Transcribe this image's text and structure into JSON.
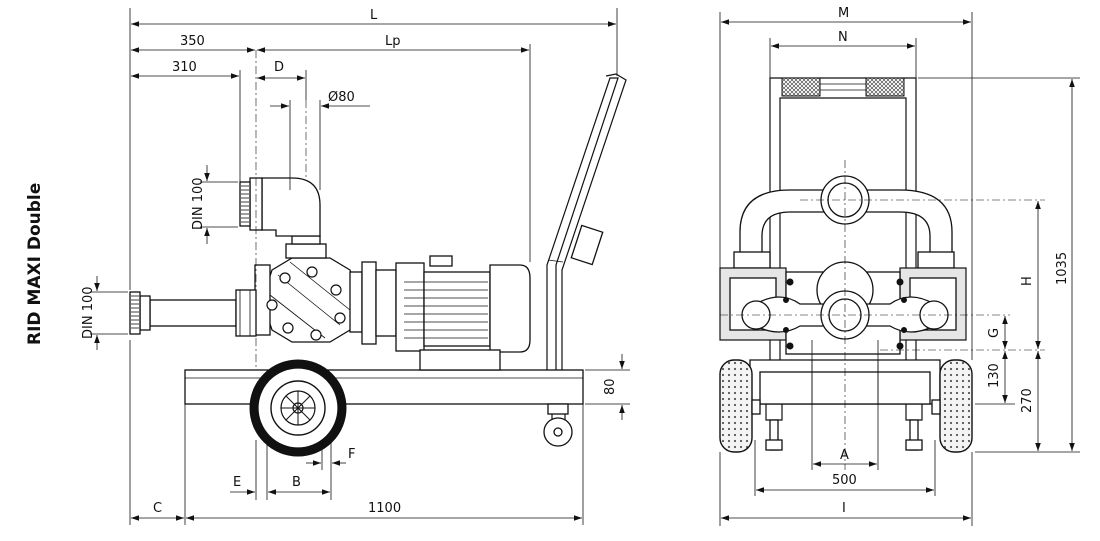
{
  "title": "RID MAXI Double",
  "side_view": {
    "dims": {
      "L": "L",
      "d350": "350",
      "Lp": "Lp",
      "d310": "310",
      "D": "D",
      "d80": "Ø80",
      "din_upper": "DIN 100",
      "din_lower": "DIN 100",
      "d80h": "80",
      "E": "E",
      "B": "B",
      "F": "F",
      "C": "C",
      "d1100": "1100"
    }
  },
  "front_view": {
    "dims": {
      "M": "M",
      "N": "N",
      "H": "H",
      "G": "G",
      "d1035": "1035",
      "d130": "130",
      "d270": "270",
      "A": "A",
      "d500": "500",
      "I": "I"
    }
  }
}
